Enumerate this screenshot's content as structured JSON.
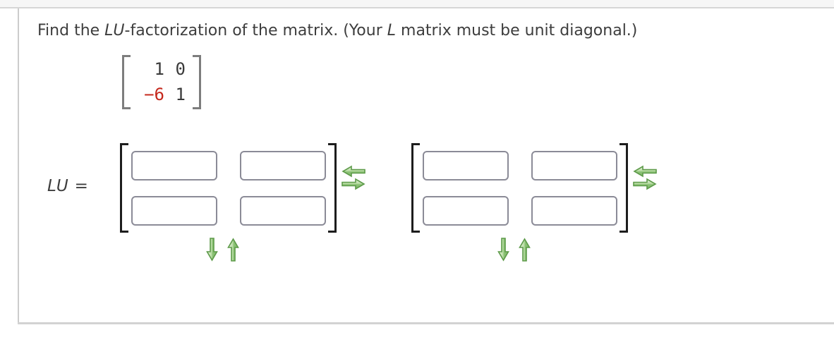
{
  "problem": {
    "statement": {
      "part1": "Find the ",
      "lu_italic": "LU",
      "part2": "-factorization of the matrix. (Your ",
      "l_italic": "L",
      "part3": " matrix must be unit diagonal.)"
    },
    "given_matrix": {
      "cells": [
        [
          "1",
          "0"
        ],
        [
          "−6",
          "1"
        ]
      ],
      "negative_entry": "−6",
      "negative_entry_color": "#c5281c"
    }
  },
  "answer": {
    "lhs_italic": "LU",
    "equals": "=",
    "matrices": [
      {
        "cells": [
          [
            "",
            ""
          ],
          [
            "",
            ""
          ]
        ]
      },
      {
        "cells": [
          [
            "",
            ""
          ],
          [
            "",
            ""
          ]
        ]
      }
    ]
  },
  "icons": {
    "remove_column": "left-arrow-icon",
    "add_column": "right-arrow-icon",
    "add_row": "down-arrow-icon",
    "remove_row": "up-arrow-icon"
  },
  "colors": {
    "arrow_fill_light": "#e3f1d9",
    "arrow_fill_dark": "#82bb69",
    "arrow_outline": "#5d9a49",
    "input_border": "#8b8b97",
    "bracket_answer": "#1d1d1d",
    "bracket_given": "#7d7d7d",
    "text": "#3d3d3d"
  }
}
